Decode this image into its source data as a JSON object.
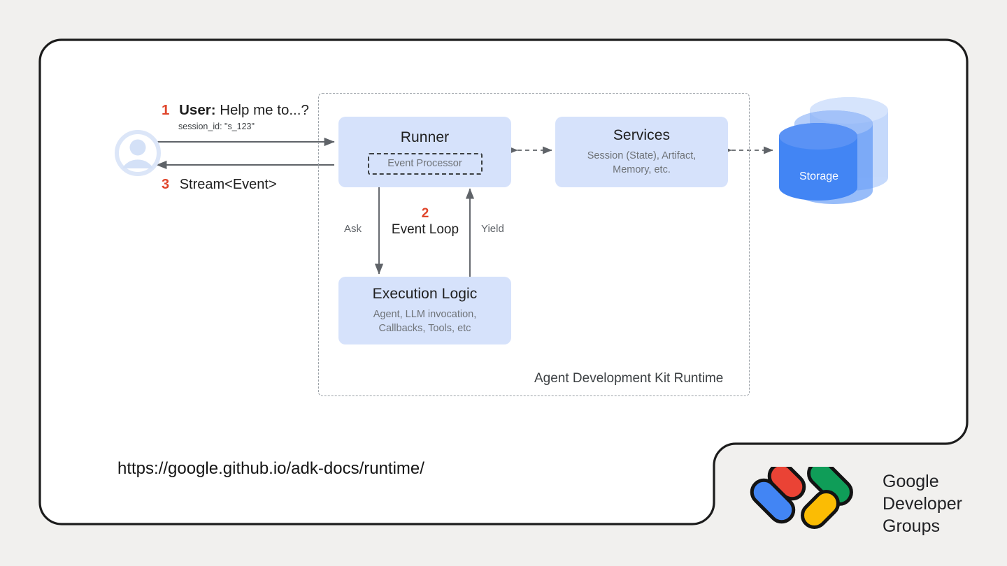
{
  "canvas": {
    "background_color": "#f1f0ee",
    "card_color": "#ffffff",
    "card_border_color": "#1c1c1c"
  },
  "colors": {
    "node_fill": "#d6e2fb",
    "accent_red": "#e0452b",
    "storage_blue": "#4285f4",
    "arrow_gray": "#5f6368",
    "dashed_gray": "#9aa0a6",
    "gdg_red": "#ea4335",
    "gdg_blue": "#4285f4",
    "gdg_green": "#0f9d58",
    "gdg_yellow": "#fbbc04"
  },
  "flow": {
    "request": {
      "step": "1",
      "label": "User: Help me to...?",
      "label_bold_prefix": "User:",
      "label_rest": " Help me to...?",
      "session_meta": "session_id: \"s_123\""
    },
    "response": {
      "step": "3",
      "label": "Stream<Event>"
    },
    "loop": {
      "step": "2",
      "label": "Event Loop",
      "left_label": "Ask",
      "right_label": "Yield"
    }
  },
  "nodes": {
    "runner": {
      "title": "Runner",
      "processor": "Event Processor"
    },
    "services": {
      "title": "Services",
      "subtitle": "Session (State), Artifact,\nMemory, etc.",
      "subtitle_line1": "Session (State), Artifact,",
      "subtitle_line2": "Memory, etc."
    },
    "execution": {
      "title": "Execution Logic",
      "subtitle_line1": "Agent, LLM invocation,",
      "subtitle_line2": "Callbacks, Tools, etc"
    },
    "storage": {
      "label": "Storage"
    }
  },
  "runtime": {
    "label": "Agent Development Kit Runtime"
  },
  "footer": {
    "url": "https://google.github.io/adk-docs/runtime/",
    "brand_line1": "Google",
    "brand_line2": "Developer",
    "brand_line3": "Groups"
  },
  "chart_data": {
    "type": "diagram",
    "title": "Agent Development Kit Runtime",
    "nodes": [
      {
        "id": "user",
        "label": "User",
        "shape": "avatar"
      },
      {
        "id": "runner",
        "label": "Runner",
        "shape": "rounded-rect",
        "contains": "Event Processor"
      },
      {
        "id": "execution",
        "label": "Execution Logic",
        "shape": "rounded-rect"
      },
      {
        "id": "services",
        "label": "Services",
        "shape": "rounded-rect"
      },
      {
        "id": "storage",
        "label": "Storage",
        "shape": "cylinder"
      }
    ],
    "edges": [
      {
        "from": "user",
        "to": "runner",
        "label": "1 User: Help me to...?",
        "style": "solid-arrow"
      },
      {
        "from": "runner",
        "to": "user",
        "label": "3 Stream<Event>",
        "style": "solid-arrow"
      },
      {
        "from": "runner",
        "to": "execution",
        "label": "Ask",
        "style": "solid-arrow"
      },
      {
        "from": "execution",
        "to": "runner",
        "label": "Yield",
        "style": "solid-arrow"
      },
      {
        "from": "runner",
        "to": "services",
        "label": "",
        "style": "dashed-bidirectional"
      },
      {
        "from": "services",
        "to": "storage",
        "label": "",
        "style": "dashed-bidirectional"
      }
    ]
  }
}
